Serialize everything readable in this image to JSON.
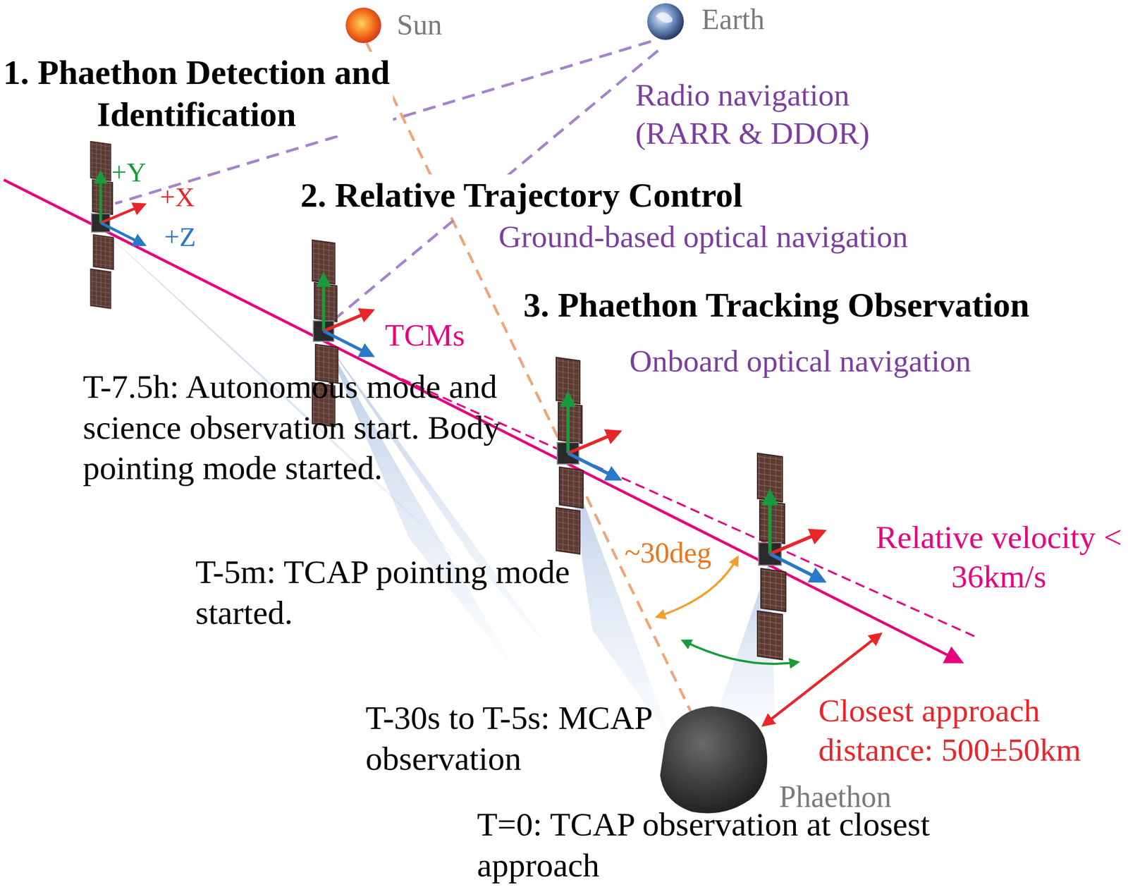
{
  "diagram": {
    "labels": [
      "Sun",
      "Earth",
      "1. Phaethon Detection and Identification",
      "Radio navigation (RARR & DDOR)",
      "+Y",
      "+X",
      "+Z",
      "2. Relative Trajectory Control",
      "Ground-based optical navigation",
      "TCMs",
      "3. Phaethon Tracking Observation",
      "Onboard optical navigation",
      "T-7.5h: Autonomous mode and science observation start. Body pointing mode started.",
      "T-5m: TCAP pointing mode started.",
      "~30deg",
      "Relative velocity < 36km/s",
      "Closest approach distance: 500±50km",
      "T-30s to T-5s: MCAP observation",
      "Phaethon",
      "T=0: TCAP observation at closest approach"
    ]
  }
}
